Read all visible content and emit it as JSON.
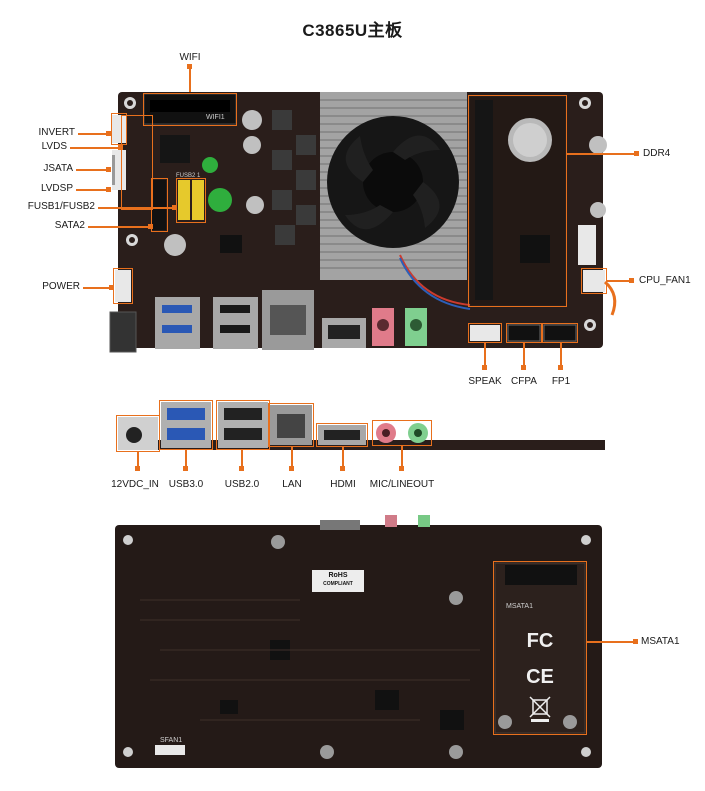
{
  "title": "C3865U主板",
  "top_board": {
    "left_labels": [
      "INVERT",
      "LVDS",
      "JSATA",
      "LVDSP",
      "FUSB1/FUSB2",
      "SATA2",
      "POWER"
    ],
    "top_label": "WIFI",
    "right_labels": [
      "DDR4",
      "CPU_FAN1"
    ],
    "bottom_labels": [
      "SPEAK",
      "CFPA",
      "FP1"
    ],
    "silk": {
      "wifi": "WIFI1",
      "fusb": "FUSB2 1"
    }
  },
  "io_side": {
    "labels": [
      "12VDC_IN",
      "USB3.0",
      "USB2.0",
      "LAN",
      "HDMI",
      "MIC/LINEOUT"
    ]
  },
  "bottom_board": {
    "label": "MSATA1",
    "silk": {
      "msata": "MSATA1",
      "fan": "SFAN1",
      "rohs_top": "RoHS",
      "rohs_bottom": "COMPLIANT"
    },
    "cert_marks": [
      "FC",
      "CE"
    ]
  },
  "colors": {
    "accent": "#e8701d",
    "pcb": "#2a1e1b",
    "pcb_dark": "#1d1513",
    "heatsink": "#a3a3a3"
  }
}
